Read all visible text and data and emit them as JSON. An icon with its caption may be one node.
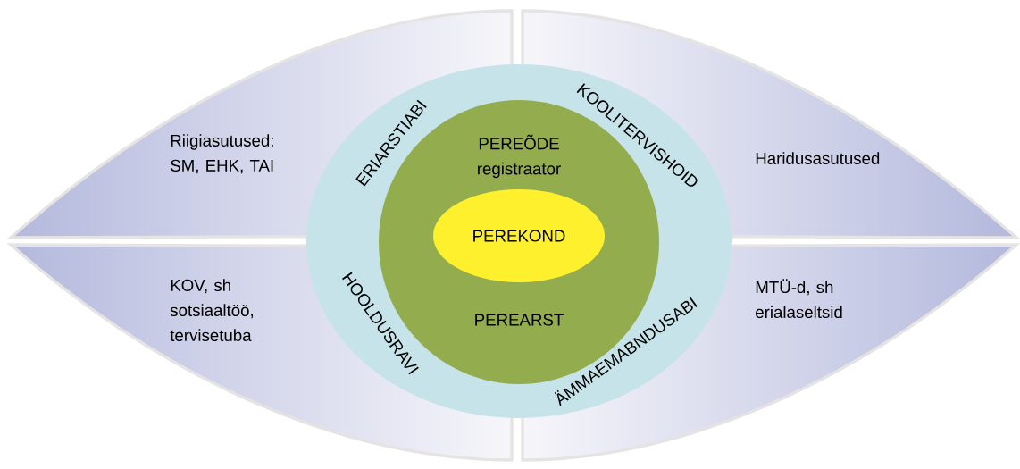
{
  "diagram": {
    "nodes": [
      {
        "text": [
          "Riigiasutused: SM, EHK, TAI"
        ]
      },
      {
        "text": [
          "Haridusasutused"
        ]
      },
      {
        "text": [
          "KOV, sh sotsiaaltöö, tervisetuba"
        ]
      },
      {
        "text": [
          "MTÜ-d, sh erialaseltsid"
        ]
      },
      {
        "text": [
          "ERIARSTIABI",
          "KOOLITERVISHOID",
          "HOOLDUSRAVI",
          "ÄMMAEMABNDUSABI"
        ]
      },
      {
        "text": [
          "PEREÕDE registraator",
          "PEREARST"
        ],
        "in": 4
      },
      {
        "text": [
          "PEREKOND"
        ],
        "in": 5
      }
    ],
    "edges": []
  }
}
